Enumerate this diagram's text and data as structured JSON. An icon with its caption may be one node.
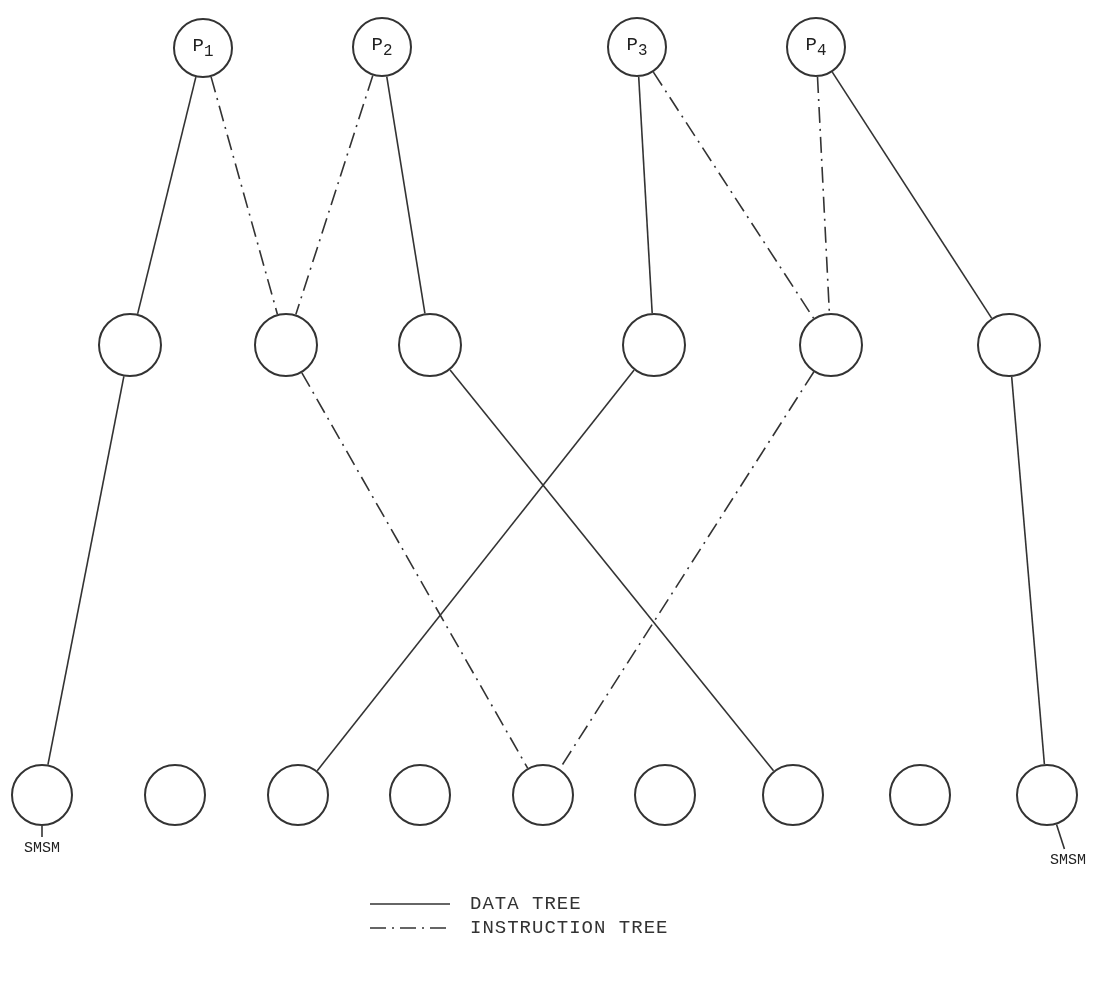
{
  "diagram": {
    "nodes": [
      {
        "text": [
          "P$_{1}$"
        ]
      },
      {
        "text": [
          "P$_{2}$"
        ]
      },
      {
        "text": [
          "P$_{3}$"
        ]
      },
      {
        "text": [
          "P$_{4}$"
        ]
      },
      {
        "text": [],
        "shape": "circle"
      },
      {
        "text": [],
        "shape": "circle"
      },
      {
        "text": [],
        "shape": "circle"
      },
      {
        "text": [],
        "shape": "circle"
      },
      {
        "text": [],
        "shape": "circle"
      },
      {
        "text": [],
        "shape": "circle"
      },
      {
        "text": [],
        "shape": "circle"
      },
      {
        "text": [],
        "shape": "circle"
      },
      {
        "text": [],
        "shape": "circle"
      },
      {
        "text": [],
        "shape": "circle"
      },
      {
        "text": [],
        "shape": "circle"
      },
      {
        "text": [],
        "shape": "circle"
      },
      {
        "text": [],
        "shape": "circle"
      },
      {
        "text": [],
        "shape": "circle"
      },
      {
        "text": [],
        "shape": "circle"
      },
      {
        "text": [
          "SMSM"
        ]
      },
      {
        "text": [
          "SMSM"
        ]
      }
    ],
    "edges": [
      {
        "from": 0,
        "to": 4,
        "arrow": "none"
      },
      {
        "from": 0,
        "to": 5,
        "arrow": "none",
        "style": "dashed"
      },
      {
        "from": 1,
        "to": 5,
        "arrow": "none",
        "style": "dashed"
      },
      {
        "from": 1,
        "to": 6,
        "arrow": "none"
      },
      {
        "from": 2,
        "to": 7,
        "arrow": "none"
      },
      {
        "from": 2,
        "to": 8,
        "arrow": "none",
        "style": "dashed"
      },
      {
        "from": 3,
        "to": 8,
        "arrow": "none",
        "style": "dashed"
      },
      {
        "from": 3,
        "to": 9,
        "arrow": "none"
      },
      {
        "from": 4,
        "to": 10,
        "arrow": "none"
      },
      {
        "from": 5,
        "to": 14,
        "arrow": "none",
        "style": "dashed"
      },
      {
        "from": 6,
        "to": 16,
        "arrow": "none"
      },
      {
        "from": 7,
        "to": 12,
        "arrow": "none"
      },
      {
        "from": 8,
        "to": 14,
        "arrow": "none",
        "style": "dashed"
      },
      {
        "from": 9,
        "to": 18,
        "arrow": "none"
      },
      {
        "from": 19,
        "to": 10,
        "arrow": "none"
      },
      {
        "from": 20,
        "to": 18,
        "arrow": "none"
      }
    ],
    "legend": [
      {
        "text": "DATA TREE"
      },
      {
        "text": "INSTRUCTION TREE"
      }
    ]
  }
}
